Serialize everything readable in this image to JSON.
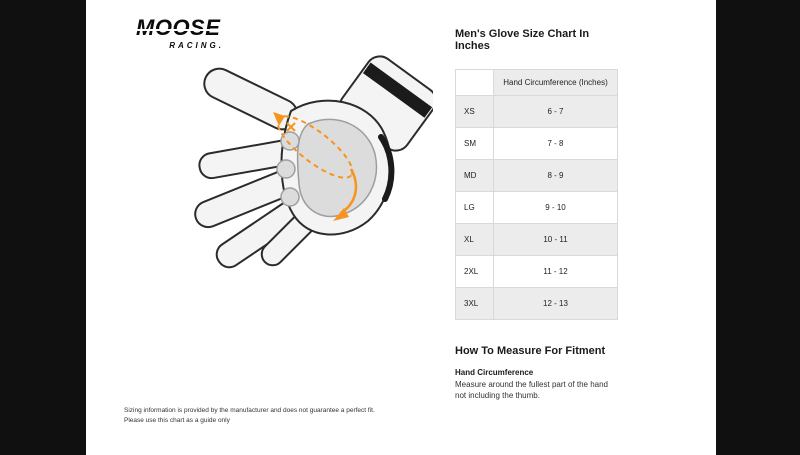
{
  "brand": {
    "name": "MOOSE",
    "sub": "RACING."
  },
  "size_chart": {
    "title": "Men's Glove Size Chart In Inches",
    "column_header": "Hand Circumference (Inches)",
    "rows": [
      {
        "size": "XS",
        "range": "6 - 7"
      },
      {
        "size": "SM",
        "range": "7 - 8"
      },
      {
        "size": "MD",
        "range": "8 - 9"
      },
      {
        "size": "LG",
        "range": "9 - 10"
      },
      {
        "size": "XL",
        "range": "10 - 11"
      },
      {
        "size": "2XL",
        "range": "11 - 12"
      },
      {
        "size": "3XL",
        "range": "12 - 13"
      }
    ]
  },
  "fitment": {
    "title": "How To Measure For Fitment",
    "label": "Hand Circumference",
    "text": "Measure around the fullest part of the hand not including the thumb."
  },
  "disclaimer": {
    "line1": "Sizing information is provided by the manufacturer and does not guarantee a perfect fit.",
    "line2": "Please use this chart as a guide only"
  },
  "colors": {
    "accent": "#F7941E",
    "row_alt": "#ECECEC",
    "side_bar": "#101010"
  }
}
